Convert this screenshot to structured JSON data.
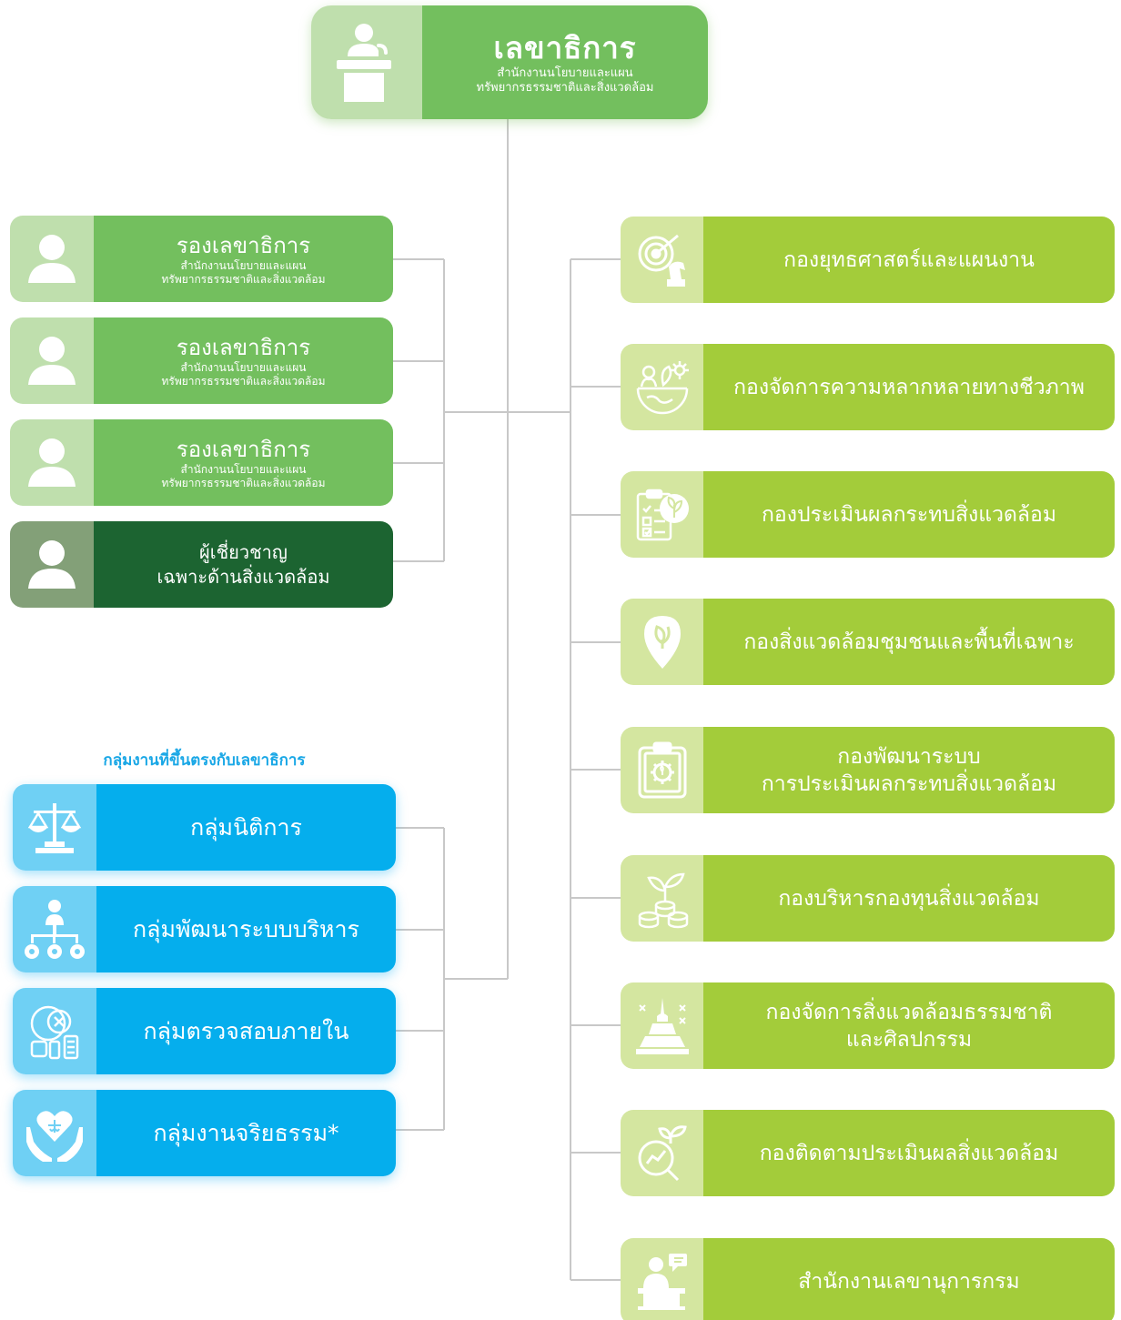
{
  "top": {
    "title": "เลขาธิการ",
    "sub_line1": "สำนักงานนโยบายและแผน",
    "sub_line2": "ทรัพยากรธรรมชาติและสิ่งแวดล้อม"
  },
  "deputies": [
    {
      "title": "รองเลขาธิการ",
      "sub_line1": "สำนักงานนโยบายและแผน",
      "sub_line2": "ทรัพยากรธรรมชาติและสิ่งแวดล้อม"
    },
    {
      "title": "รองเลขาธิการ",
      "sub_line1": "สำนักงานนโยบายและแผน",
      "sub_line2": "ทรัพยากรธรรมชาติและสิ่งแวดล้อม"
    },
    {
      "title": "รองเลขาธิการ",
      "sub_line1": "สำนักงานนโยบายและแผน",
      "sub_line2": "ทรัพยากรธรรมชาติและสิ่งแวดล้อม"
    }
  ],
  "expert": {
    "line1": "ผู้เชี่ยวชาญ",
    "line2": "เฉพาะด้านสิ่งแวดล้อม"
  },
  "groups": {
    "heading": "กลุ่มงานที่ขึ้นตรงกับเลขาธิการ",
    "items": [
      {
        "label": "กลุ่มนิติการ",
        "icon": "scales-of-justice-icon"
      },
      {
        "label": "กลุ่มพัฒนาระบบบริหาร",
        "icon": "org-structure-gears-icon"
      },
      {
        "label": "กลุ่มตรวจสอบภายใน",
        "icon": "audit-inspection-icon"
      },
      {
        "label": "กลุ่มงานจริยธรรม*",
        "icon": "ethics-heart-hands-icon"
      }
    ]
  },
  "divisions": [
    {
      "line1": "กองยุทธศาสตร์และแผนงาน",
      "line2": "",
      "icon": "strategy-target-chess-icon"
    },
    {
      "line1": "กองจัดการความหลากหลายทางชีวภาพ",
      "line2": "",
      "icon": "biodiversity-globe-icon"
    },
    {
      "line1": "กองประเมินผลกระทบสิ่งแวดล้อม",
      "line2": "",
      "icon": "checklist-leaf-icon"
    },
    {
      "line1": "กองสิ่งแวดล้อมชุมชนและพื้นที่เฉพาะ",
      "line2": "",
      "icon": "location-leaf-icon"
    },
    {
      "line1": "กองพัฒนาระบบ",
      "line2": "การประเมินผลกระทบสิ่งแวดล้อม",
      "icon": "clipboard-gear-leaf-icon"
    },
    {
      "line1": "กองบริหารกองทุนสิ่งแวดล้อม",
      "line2": "",
      "icon": "plant-coins-icon"
    },
    {
      "line1": "กองจัดการสิ่งแวดล้อมธรรมชาติ",
      "line2": "และศิลปกรรม",
      "icon": "stupa-temple-icon"
    },
    {
      "line1": "กองติดตามประเมินผลสิ่งแวดล้อม",
      "line2": "",
      "icon": "magnifier-growth-leaf-icon"
    },
    {
      "line1": "สำนักงานเลขานุการกรม",
      "line2": "",
      "icon": "office-secretary-icon"
    }
  ],
  "colors": {
    "green_text_bg": "#73bf5e",
    "green_icon_bg": "#bfdfad",
    "expert_text_bg": "#1c6431",
    "blue_text_bg": "#05aeed",
    "blue_icon_bg": "#6fd0f4",
    "division_text_bg": "#a3cc3a",
    "division_icon_bg": "#d4e6a0",
    "connector": "#c8c8c8",
    "group_heading": "#19a7e6"
  }
}
